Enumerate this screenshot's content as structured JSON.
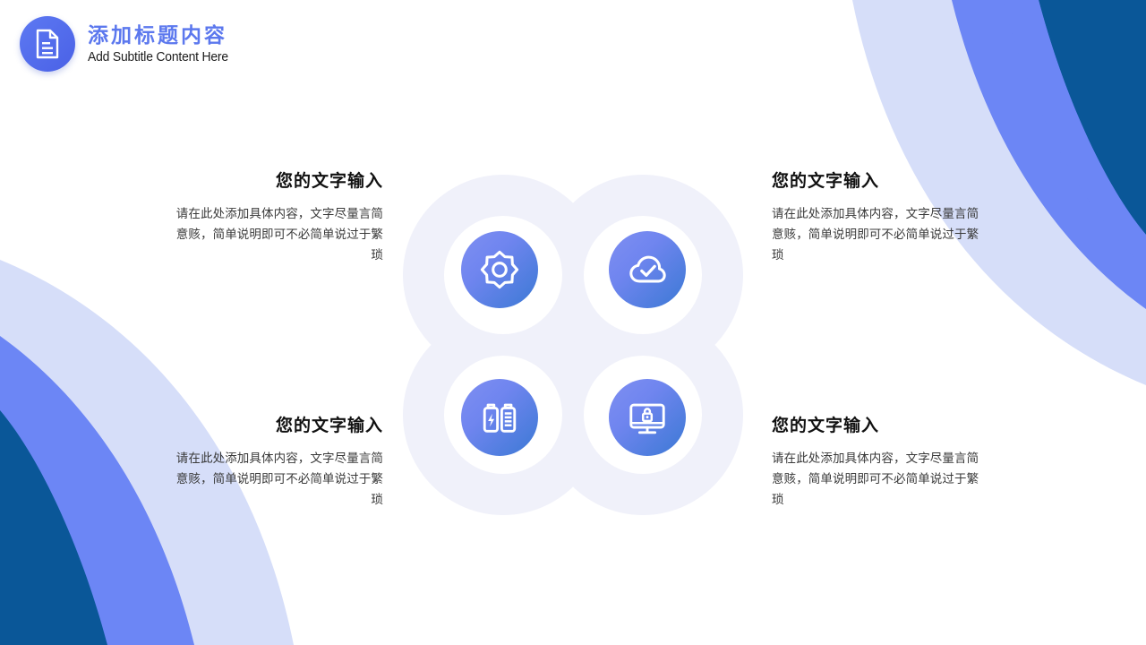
{
  "header": {
    "title": "添加标题内容",
    "subtitle": "Add Subtitle Content Here",
    "logo_icon": "document-icon"
  },
  "theme": {
    "title_blue": "#5c78ee",
    "deco_navy": "#0a5798",
    "deco_royal": "#6c86f5",
    "deco_lavender": "#d6def9",
    "cluster_pale": "#f0f1fa",
    "badge_gradient_from": "#7f8ff2",
    "badge_gradient_to": "#3b79d4",
    "background": "#ffffff"
  },
  "cluster": {
    "nodes": [
      {
        "position": "top-left",
        "icon": "brightness-gear-icon"
      },
      {
        "position": "top-right",
        "icon": "cloud-check-icon"
      },
      {
        "position": "bottom-left",
        "icon": "battery-charging-icon"
      },
      {
        "position": "bottom-right",
        "icon": "monitor-lock-icon"
      }
    ]
  },
  "blocks": [
    {
      "position": "top-left",
      "align": "right",
      "title": "您的文字输入",
      "body": "请在此处添加具体内容，文字尽量言简意赅，简单说明即可不必简单说过于繁琐"
    },
    {
      "position": "top-right",
      "align": "left",
      "title": "您的文字输入",
      "body": "请在此处添加具体内容，文字尽量言简意赅，简单说明即可不必简单说过于繁琐"
    },
    {
      "position": "bottom-left",
      "align": "right",
      "title": "您的文字输入",
      "body": "请在此处添加具体内容，文字尽量言简意赅，简单说明即可不必简单说过于繁琐"
    },
    {
      "position": "bottom-right",
      "align": "left",
      "title": "您的文字输入",
      "body": "请在此处添加具体内容，文字尽量言简意赅，简单说明即可不必简单说过于繁琐"
    }
  ]
}
